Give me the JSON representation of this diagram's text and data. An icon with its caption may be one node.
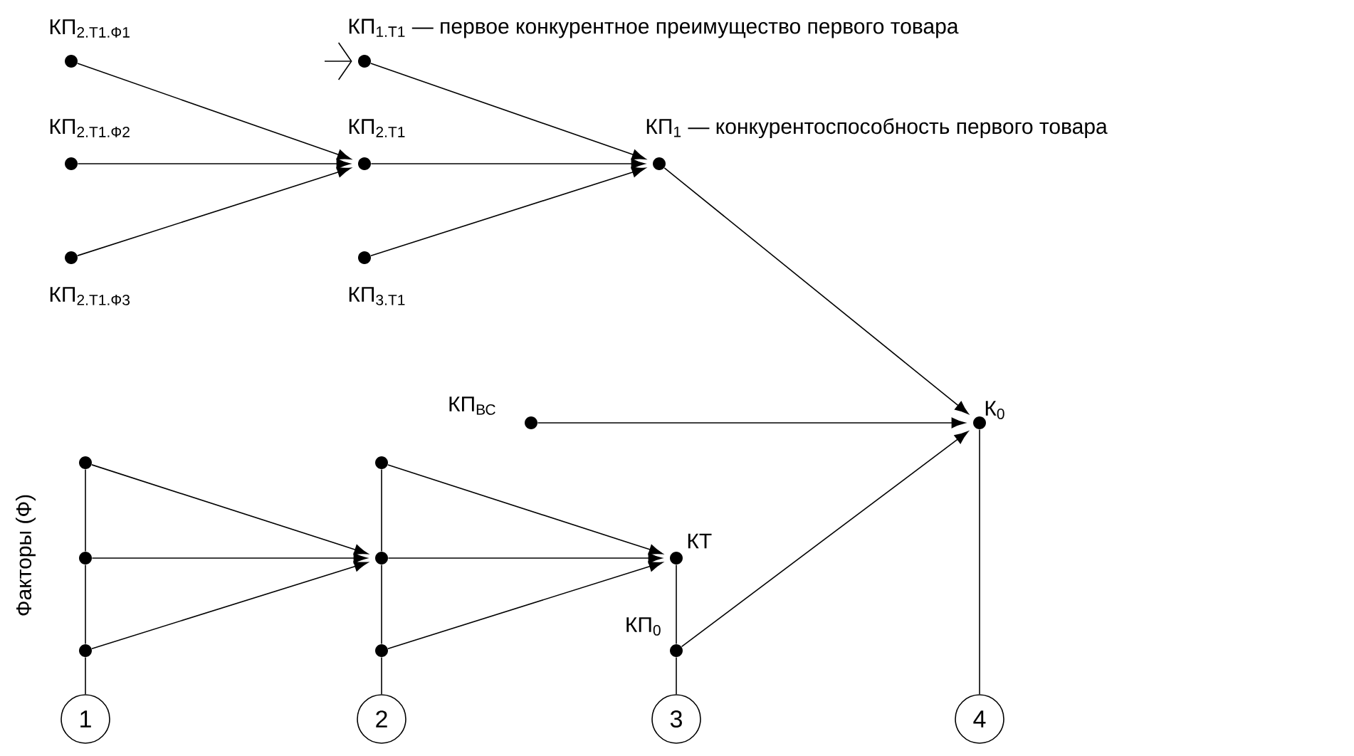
{
  "diagram": {
    "nodes": [
      {
        "text": [],
        "shape": "circle",
        "beside": [
          "КП$_{2.Т1.Ф1}$"
        ]
      },
      {
        "text": [],
        "shape": "circle",
        "beside": [
          "КП$_{2.Т1.Ф2}$"
        ]
      },
      {
        "text": [],
        "shape": "circle",
        "beside": [
          "КП$_{2.Т1.Ф3}$"
        ]
      },
      {
        "text": [],
        "shape": "circle",
        "beside": [
          "КП$_{1.Т1}$ — первое конкурентное преимущество первого товара"
        ]
      },
      {
        "text": [],
        "shape": "circle",
        "beside": [
          "КП$_{2.Т1}$"
        ]
      },
      {
        "text": [],
        "shape": "circle",
        "beside": [
          "КП$_{3.Т1}$"
        ]
      },
      {
        "text": [],
        "shape": "circle",
        "beside": [
          "КП$_{1}$ — конкурентоспособность первого товара"
        ]
      },
      {
        "text": [],
        "shape": "circle",
        "beside": [
          "КП$_{ВС}$"
        ]
      },
      {
        "text": [],
        "shape": "circle",
        "beside": [
          "К$_{0}$"
        ]
      },
      {
        "text": [],
        "shape": "circle"
      },
      {
        "text": [],
        "shape": "circle"
      },
      {
        "text": [],
        "shape": "circle"
      },
      {
        "text": [],
        "shape": "circle"
      },
      {
        "text": [],
        "shape": "circle"
      },
      {
        "text": [],
        "shape": "circle"
      },
      {
        "text": [],
        "shape": "circle",
        "beside": [
          "КТ"
        ]
      },
      {
        "text": [],
        "shape": "circle",
        "beside": [
          "КП$_{0}$"
        ]
      },
      {
        "text": [
          "1"
        ]
      },
      {
        "text": [
          "2"
        ]
      },
      {
        "text": [
          "3"
        ]
      },
      {
        "text": [
          "4"
        ]
      }
    ],
    "edges": [
      {
        "from": 0,
        "to": 4,
        "arrow": "to"
      },
      {
        "from": 1,
        "to": 4,
        "arrow": "to"
      },
      {
        "from": 2,
        "to": 4,
        "arrow": "to"
      },
      {
        "from": null,
        "to": 3,
        "arrow": "to"
      },
      {
        "from": 3,
        "to": 6,
        "arrow": "to"
      },
      {
        "from": 4,
        "to": 6,
        "arrow": "to"
      },
      {
        "from": 5,
        "to": 6,
        "arrow": "to"
      },
      {
        "from": 6,
        "to": 8,
        "arrow": "to"
      },
      {
        "from": 7,
        "to": 8,
        "arrow": "to"
      },
      {
        "from": 9,
        "to": 13,
        "arrow": "to"
      },
      {
        "from": 10,
        "to": 13,
        "arrow": "to"
      },
      {
        "from": 11,
        "to": 13,
        "arrow": "to"
      },
      {
        "from": 12,
        "to": 15,
        "arrow": "to"
      },
      {
        "from": 13,
        "to": 15,
        "arrow": "to"
      },
      {
        "from": 14,
        "to": 15,
        "arrow": "to"
      },
      {
        "from": 16,
        "to": 8,
        "arrow": "to"
      },
      {
        "from": 9,
        "to": 10,
        "arrow": "none"
      },
      {
        "from": 10,
        "to": 11,
        "arrow": "none"
      },
      {
        "from": 11,
        "to": 17,
        "arrow": "none"
      },
      {
        "from": 12,
        "to": 13,
        "arrow": "none"
      },
      {
        "from": 13,
        "to": 14,
        "arrow": "none"
      },
      {
        "from": 14,
        "to": 18,
        "arrow": "none"
      },
      {
        "from": 15,
        "to": 16,
        "arrow": "none"
      },
      {
        "from": 16,
        "to": 19,
        "arrow": "none"
      },
      {
        "from": 8,
        "to": 20,
        "arrow": "none"
      }
    ],
    "labels": [
      "Факторы (Ф)"
    ]
  }
}
